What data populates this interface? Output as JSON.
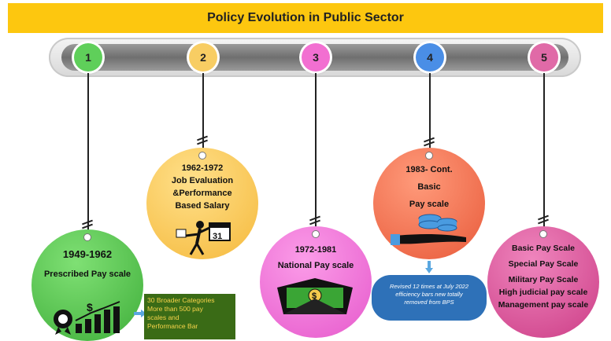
{
  "title": "Policy Evolution in Public Sector",
  "colors": {
    "title_bar": "#fdc70f",
    "node1": "#5fcf5a",
    "node2": "#f8cd63",
    "node3": "#f26fd1",
    "node4": "#4a8ee6",
    "node5": "#e06aa7",
    "tag1": "#55c34e",
    "tag2": "#fbc95a",
    "tag3": "#f06cd8",
    "tag4": "#ef6f50",
    "tag5": "#d8478f",
    "callout1": "#3a6b16",
    "callout4": "#2e71b8"
  },
  "stages": [
    {
      "number": "1",
      "lines": [
        "1949-1962",
        "Prescribed Pay scale"
      ],
      "icon": "award-chart-icon"
    },
    {
      "number": "2",
      "lines": [
        "1962-1972",
        "Job Evaluation",
        "&Performance",
        "Based Salary"
      ],
      "icon": "calendar-worker-icon"
    },
    {
      "number": "3",
      "lines": [
        "1972-1981",
        "National Pay scale"
      ],
      "icon": "money-envelope-icon"
    },
    {
      "number": "4",
      "lines": [
        "1983- Cont.",
        "Basic",
        "Pay scale"
      ],
      "icon": "coins-hand-icon"
    },
    {
      "number": "5",
      "lines": [
        "Basic Pay Scale",
        "Special Pay Scale",
        "Military Pay Scale",
        "High judicial pay scale",
        "Management pay scale"
      ],
      "icon": ""
    }
  ],
  "callouts": {
    "stage1": [
      "30 Broader Categories",
      "More than 500 pay",
      "scales and",
      "Performance Bar"
    ],
    "stage4": [
      "Revised 12 times at July 2022",
      "efficiency bars new totally",
      "removed from BPS"
    ]
  }
}
